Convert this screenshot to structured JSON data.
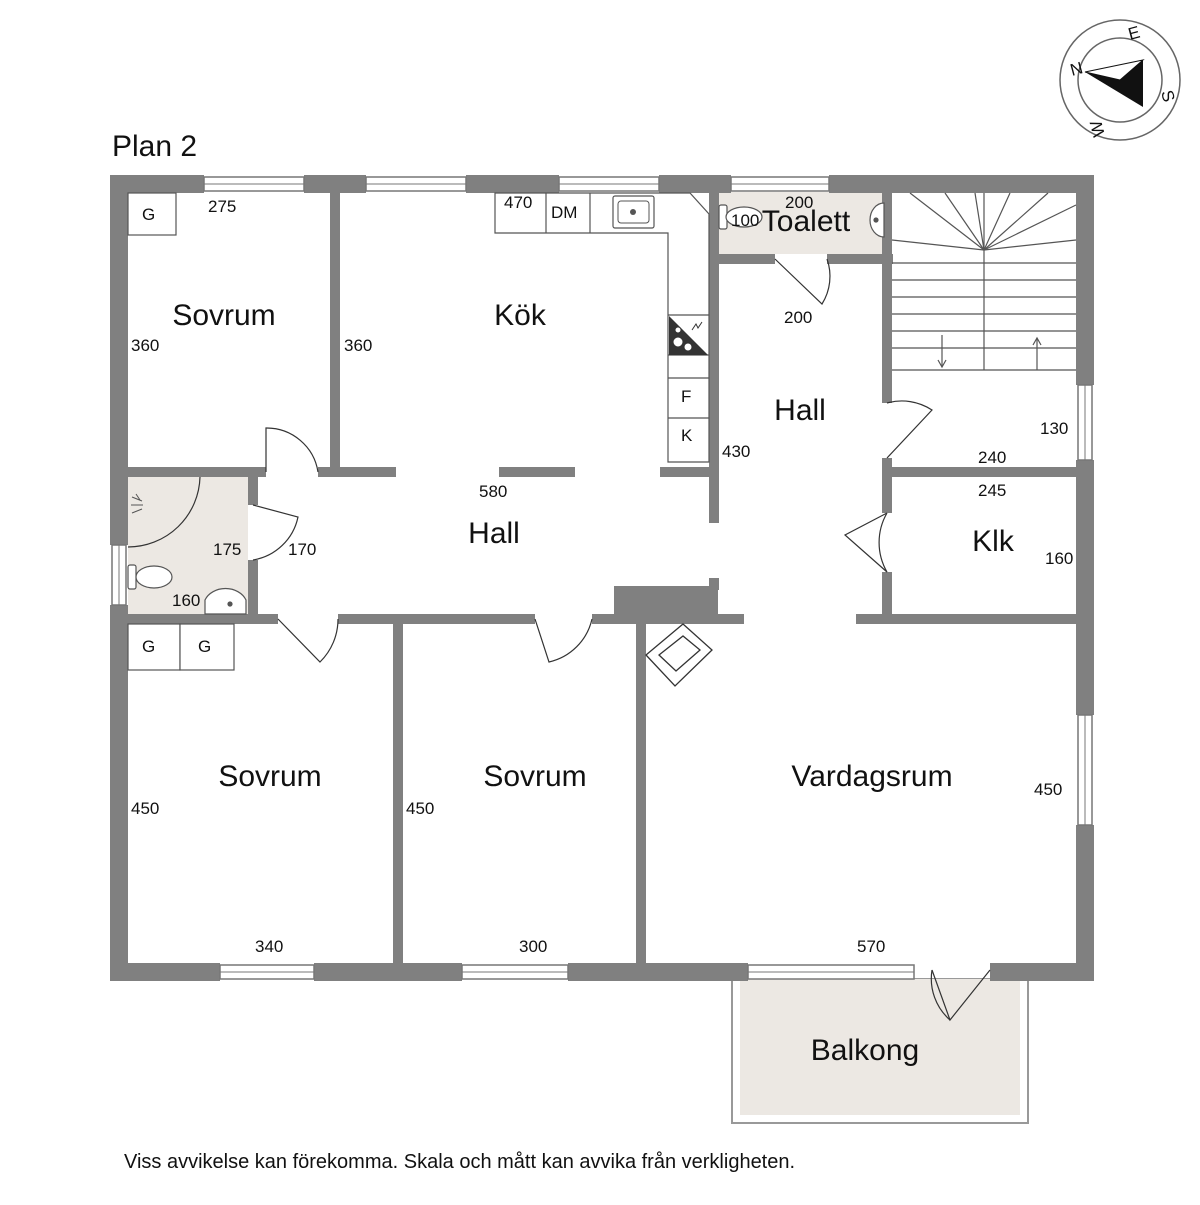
{
  "title": "Plan 2",
  "compass": {
    "n": "N",
    "e": "E",
    "s": "S",
    "w": "W"
  },
  "rooms": {
    "sovrum_nw": "Sovrum",
    "kok": "Kök",
    "toalett": "Toalett",
    "hall_center": "Hall",
    "hall_right": "Hall",
    "klk": "Klk",
    "sovrum_sw": "Sovrum",
    "sovrum_s": "Sovrum",
    "vardagsrum": "Vardagsrum",
    "balkong": "Balkong"
  },
  "fixtures": {
    "g": "G",
    "dm": "DM",
    "f": "F",
    "k": "K"
  },
  "dims": {
    "d275": "275",
    "d360a": "360",
    "d360b": "360",
    "d470": "470",
    "d200a": "200",
    "d100": "100",
    "d200b": "200",
    "d430": "430",
    "d130": "130",
    "d240": "240",
    "d245": "245",
    "d160a": "160",
    "d580": "580",
    "d175": "175",
    "d170": "170",
    "d160b": "160",
    "d450a": "450",
    "d450b": "450",
    "d450c": "450",
    "d340": "340",
    "d300": "300",
    "d570": "570"
  },
  "disclaimer": "Viss avvikelse kan förekomma. Skala och mått kan avvika från verkligheten.",
  "colors": {
    "wall": "#808080",
    "wet": "#ece8e3",
    "line": "#333333"
  }
}
